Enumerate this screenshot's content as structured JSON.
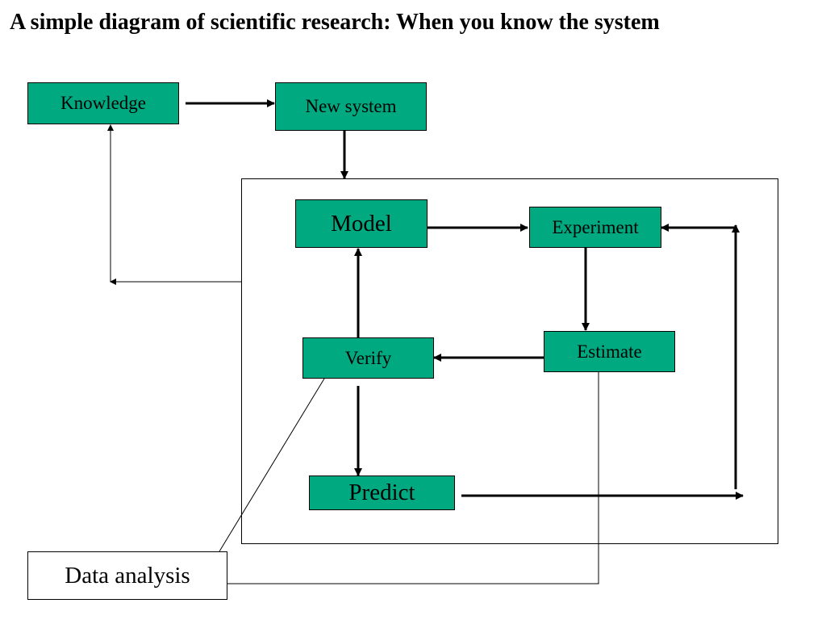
{
  "title": "A simple diagram of scientific research: When you know the system",
  "colors": {
    "node_fill": "#00a97f",
    "line": "#000000",
    "background": "#ffffff"
  },
  "nodes": {
    "knowledge": "Knowledge",
    "new_system": "New system",
    "model": "Model",
    "experiment": "Experiment",
    "estimate": "Estimate",
    "verify": "Verify",
    "predict": "Predict",
    "data_analysis": "Data analysis"
  },
  "edges": [
    {
      "from": "knowledge",
      "to": "new_system"
    },
    {
      "from": "new_system",
      "to": "research-cycle-frame"
    },
    {
      "from": "model",
      "to": "experiment"
    },
    {
      "from": "experiment",
      "to": "estimate"
    },
    {
      "from": "estimate",
      "to": "verify"
    },
    {
      "from": "verify",
      "to": "model"
    },
    {
      "from": "verify",
      "to": "predict"
    },
    {
      "from": "predict",
      "to": "experiment"
    },
    {
      "from": "research-cycle-frame",
      "to": "knowledge"
    }
  ]
}
